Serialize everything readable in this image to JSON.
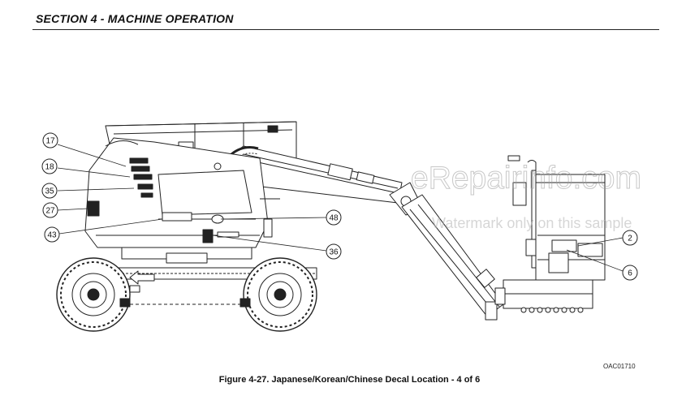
{
  "header": {
    "title": "SECTION 4 - MACHINE OPERATION"
  },
  "figure": {
    "callouts": [
      {
        "id": "c17",
        "label": "17"
      },
      {
        "id": "c18",
        "label": "18"
      },
      {
        "id": "c35",
        "label": "35"
      },
      {
        "id": "c27",
        "label": "27"
      },
      {
        "id": "c43",
        "label": "43"
      },
      {
        "id": "c48",
        "label": "48"
      },
      {
        "id": "c36",
        "label": "36"
      },
      {
        "id": "c2",
        "label": "2"
      },
      {
        "id": "c6",
        "label": "6"
      }
    ],
    "part_code": "OAC01710",
    "caption": "Figure 4-27. Japanese/Korean/Chinese Decal Location - 4 of 6"
  },
  "watermark": {
    "brand": "eRepairinfo.com",
    "note": "Watermark only on this sample"
  },
  "colors": {
    "ink": "#222222",
    "watermark": "#c8c8c8"
  }
}
